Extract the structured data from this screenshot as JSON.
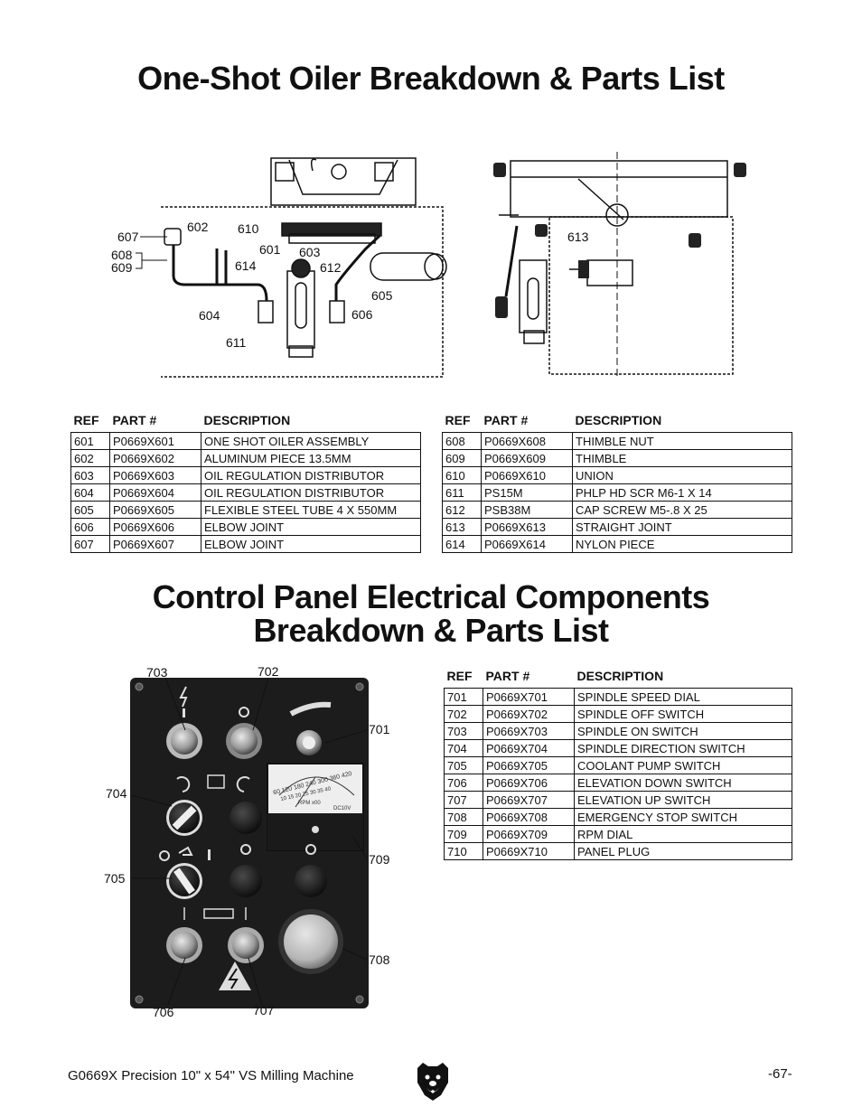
{
  "titles": {
    "oiler": "One-Shot Oiler Breakdown & Parts List",
    "control_line1": "Control Panel Electrical Components",
    "control_line2": "Breakdown & Parts List"
  },
  "table_headers": {
    "ref": "REF",
    "part": "PART #",
    "desc": "DESCRIPTION"
  },
  "oiler_table_left": [
    {
      "ref": "601",
      "part": "P0669X601",
      "desc": "ONE SHOT OILER ASSEMBLY"
    },
    {
      "ref": "602",
      "part": "P0669X602",
      "desc": "ALUMINUM PIECE 13.5MM"
    },
    {
      "ref": "603",
      "part": "P0669X603",
      "desc": "OIL REGULATION DISTRIBUTOR"
    },
    {
      "ref": "604",
      "part": "P0669X604",
      "desc": "OIL REGULATION DISTRIBUTOR"
    },
    {
      "ref": "605",
      "part": "P0669X605",
      "desc": "FLEXIBLE STEEL TUBE 4 X 550MM"
    },
    {
      "ref": "606",
      "part": "P0669X606",
      "desc": "ELBOW JOINT"
    },
    {
      "ref": "607",
      "part": "P0669X607",
      "desc": "ELBOW JOINT"
    }
  ],
  "oiler_table_right": [
    {
      "ref": "608",
      "part": "P0669X608",
      "desc": "THIMBLE NUT"
    },
    {
      "ref": "609",
      "part": "P0669X609",
      "desc": "THIMBLE"
    },
    {
      "ref": "610",
      "part": "P0669X610",
      "desc": "UNION"
    },
    {
      "ref": "611",
      "part": "PS15M",
      "desc": "PHLP HD SCR M6-1 X 14"
    },
    {
      "ref": "612",
      "part": "PSB38M",
      "desc": "CAP SCREW M5-.8 X 25"
    },
    {
      "ref": "613",
      "part": "P0669X613",
      "desc": "STRAIGHT JOINT"
    },
    {
      "ref": "614",
      "part": "P0669X614",
      "desc": "NYLON PIECE"
    }
  ],
  "control_table": [
    {
      "ref": "701",
      "part": "P0669X701",
      "desc": "SPINDLE SPEED DIAL"
    },
    {
      "ref": "702",
      "part": "P0669X702",
      "desc": "SPINDLE OFF SWITCH"
    },
    {
      "ref": "703",
      "part": "P0669X703",
      "desc": "SPINDLE ON SWITCH"
    },
    {
      "ref": "704",
      "part": "P0669X704",
      "desc": "SPINDLE DIRECTION SWITCH"
    },
    {
      "ref": "705",
      "part": "P0669X705",
      "desc": "COOLANT PUMP SWITCH"
    },
    {
      "ref": "706",
      "part": "P0669X706",
      "desc": "ELEVATION DOWN SWITCH"
    },
    {
      "ref": "707",
      "part": "P0669X707",
      "desc": "ELEVATION UP SWITCH"
    },
    {
      "ref": "708",
      "part": "P0669X708",
      "desc": "EMERGENCY STOP SWITCH"
    },
    {
      "ref": "709",
      "part": "P0669X709",
      "desc": "RPM DIAL"
    },
    {
      "ref": "710",
      "part": "P0669X710",
      "desc": "PANEL PLUG"
    }
  ],
  "oiler_callouts": {
    "c601": "601",
    "c602": "602",
    "c603": "603",
    "c604": "604",
    "c605": "605",
    "c606": "606",
    "c607": "607",
    "c608": "608",
    "c609": "609",
    "c610": "610",
    "c611": "611",
    "c612": "612",
    "c613": "613",
    "c614": "614"
  },
  "panel_callouts": {
    "c701": "701",
    "c702": "702",
    "c703": "703",
    "c704": "704",
    "c705": "705",
    "c706": "706",
    "c707": "707",
    "c708": "708",
    "c709": "709"
  },
  "meter": {
    "scale_top": "60 120 180 240 300 360 420",
    "scale_bottom": "10 15 20 25 30 35 40",
    "unit": "RPM x00",
    "voltage": "DC10V"
  },
  "footer": {
    "model": "G0669X Precision 10\" x 54\" VS Milling Machine",
    "page": "-67-"
  },
  "icons": [
    "grizzly-bear-logo-icon",
    "lightning-warning-icon"
  ]
}
